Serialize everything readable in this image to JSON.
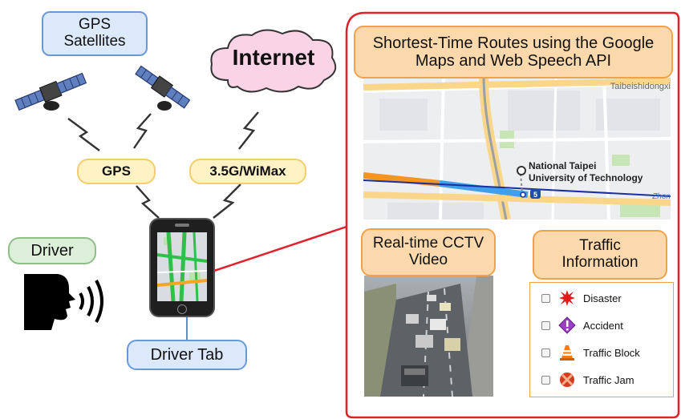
{
  "left": {
    "gps_satellites_label": "GPS\nSatellites",
    "internet_label": "Internet",
    "gps_label": "GPS",
    "network_label": "3.5G/WiMax",
    "driver_label": "Driver",
    "driver_tab_label": "Driver Tab"
  },
  "right": {
    "routes_title": "Shortest-Time Routes using the Google Maps and Web Speech API",
    "map": {
      "place_name_line1": "National Taipei",
      "place_name_line2": "University of Technology",
      "road_label_top": "Taibeishidongxi",
      "road_label_right": "Zhon",
      "route_shield": "5"
    },
    "cctv_title": "Real-time CCTV Video",
    "traffic_title": "Traffic Information",
    "legend": [
      {
        "label": "Disaster",
        "icon": "disaster-icon"
      },
      {
        "label": "Accident",
        "icon": "accident-icon"
      },
      {
        "label": "Traffic Block",
        "icon": "traffic-cone-icon"
      },
      {
        "label": "Traffic Jam",
        "icon": "traffic-jam-icon"
      }
    ]
  },
  "colors": {
    "accent_red": "#e0202a",
    "pill_blue": "#dbe9fb",
    "pill_orange": "#fcd9ad",
    "pill_yellow": "#fff2c4",
    "route_orange": "#f5941e",
    "route_blue": "#3ea0ea"
  }
}
